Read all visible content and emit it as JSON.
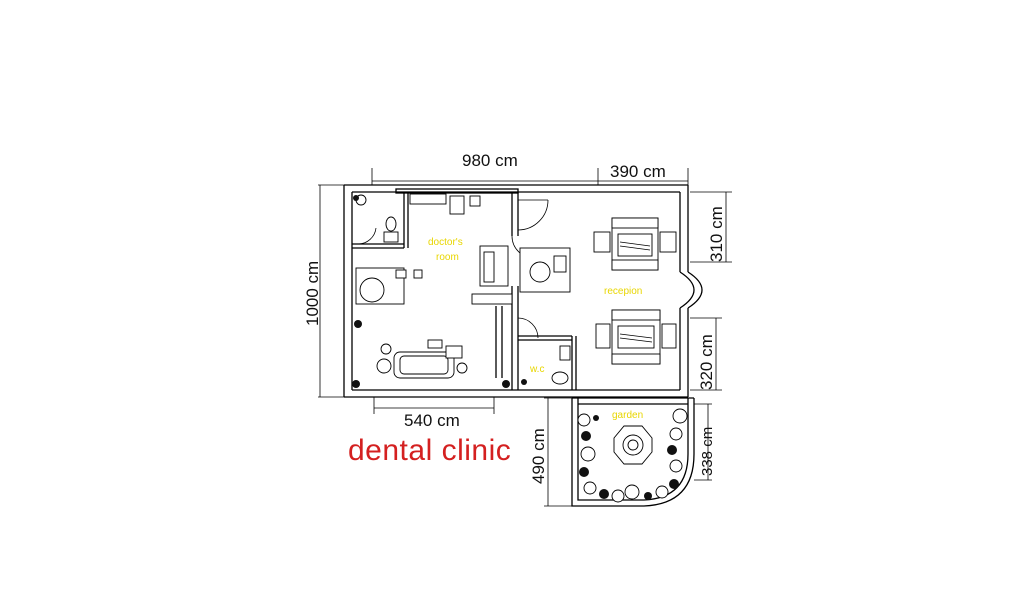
{
  "title": "dental clinic",
  "dimensions": {
    "top_left": "980 cm",
    "top_right": "390 cm",
    "left": "1000 cm",
    "right_upper": "310 cm",
    "right_lower": "320 cm",
    "bottom": "540 cm",
    "garden_left": "490 cm",
    "garden_right": "338 cm"
  },
  "rooms": {
    "doctors_room_line1": "doctor's",
    "doctors_room_line2": "room",
    "reception": "recepion",
    "wc": "w.c",
    "garden": "garden"
  },
  "colors": {
    "title": "#d42020",
    "room_labels": "#e8d600",
    "lines": "#000000",
    "background": "#ffffff"
  }
}
